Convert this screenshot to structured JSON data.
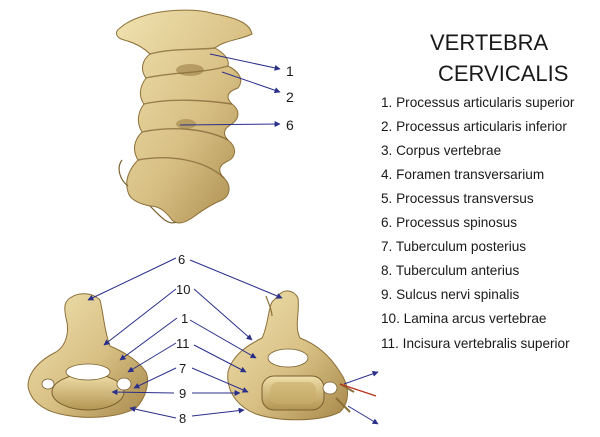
{
  "title": {
    "line1": "VERTEBRA",
    "line2": "CERVICALIS"
  },
  "legend": [
    "1. Processus articularis superior",
    "2. Processus articularis inferior",
    "3. Corpus vertebrae",
    "4. Foramen transversarium",
    "5. Processus transversus",
    "6. Processus spinosus",
    "7. Tuberculum posterius",
    "8. Tuberculum anterius",
    "9. Sulcus nervi spinalis",
    "10. Lamina arcus vertebrae",
    "11. Incisura vertebralis superior"
  ],
  "labels": {
    "top": [
      "1",
      "2",
      "6"
    ],
    "bottom": [
      "6",
      "10",
      "1",
      "11",
      "7",
      "9",
      "8"
    ]
  },
  "colors": {
    "bone": "#d9c389",
    "bone_dark": "#a8894a",
    "bone_light": "#efe0ae",
    "leader": "#2a2f8a",
    "text": "#1a1a1a"
  }
}
